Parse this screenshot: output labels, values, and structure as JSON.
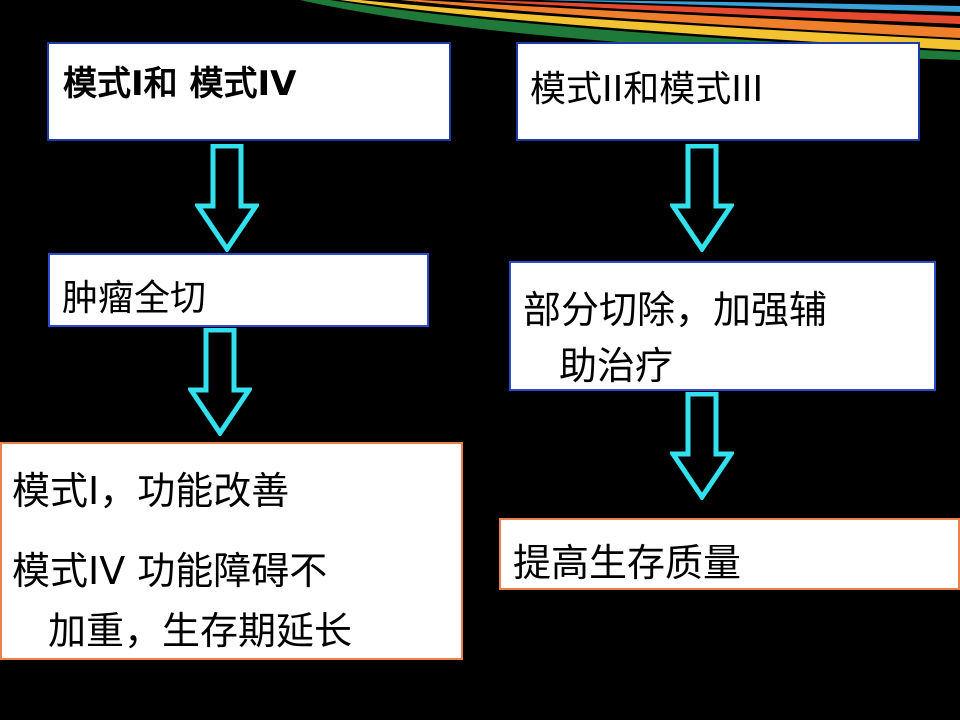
{
  "slide": {
    "left": {
      "header": "模式I和 模式IV",
      "step1": "肿瘤全切",
      "result_line1": "模式I，功能改善",
      "result_line2": "模式IV 功能障碍不",
      "result_line3": "加重，生存期延长"
    },
    "right": {
      "header": "模式II和模式III",
      "step1_line1": "部分切除，加强辅",
      "step1_line2": "助治疗",
      "result": "提高生存质量"
    }
  },
  "colors": {
    "background": "#000000",
    "box_fill": "#ffffff",
    "blue_border": "#2a4bd0",
    "orange_border": "#e8824a",
    "arrow_outline": "#33e0ee"
  },
  "icons": {
    "arrow": "down-arrow-icon"
  }
}
